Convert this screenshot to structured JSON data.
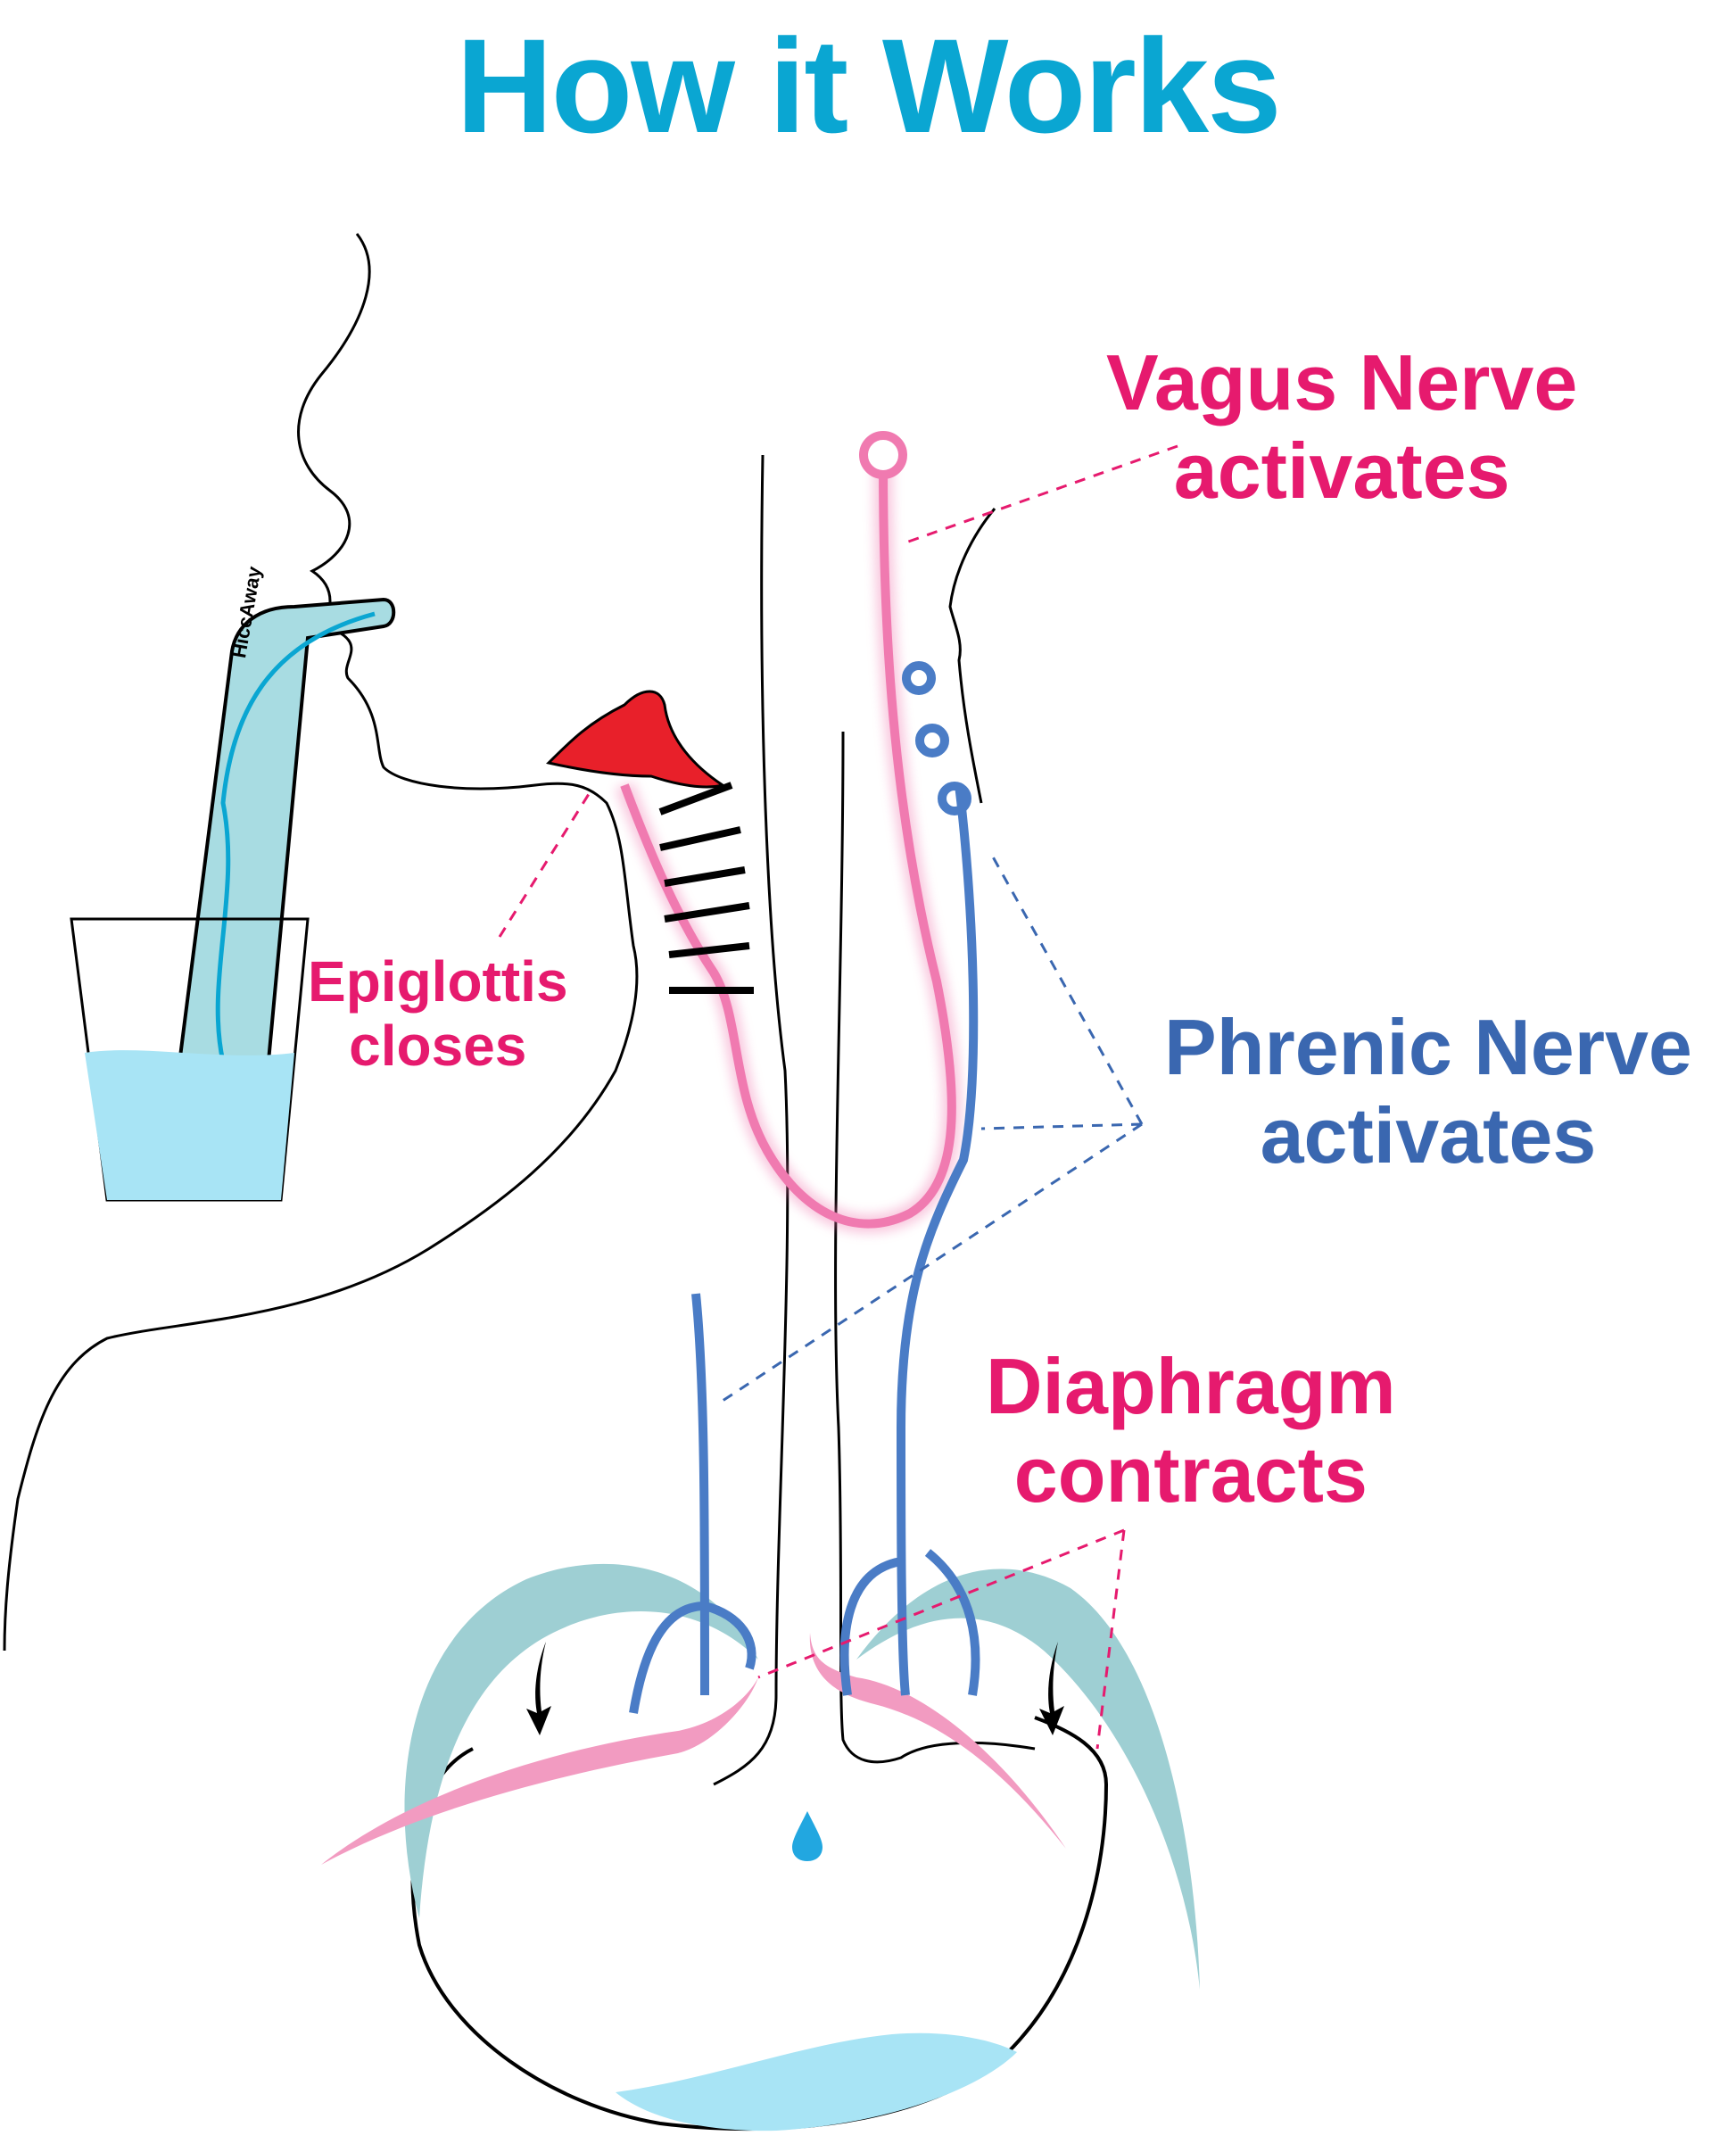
{
  "title": "How it Works",
  "colors": {
    "title": "#0aa6d2",
    "pink_label": "#e61a6e",
    "blue_label": "#3a67b0",
    "vagus_nerve": "#f07ab0",
    "phrenic_nerve": "#4a7cc6",
    "epiglottis": "#e8202a",
    "diaphragm": "#f29bc1",
    "ribs": "#9ecfd3",
    "water": "#a8e4f5"
  },
  "straw": {
    "brand": "HiccAway"
  },
  "labels": {
    "vagus": {
      "line1": "Vagus Nerve",
      "line2": "activates"
    },
    "epiglottis": {
      "line1": "Epiglottis",
      "line2": "closes"
    },
    "phrenic": {
      "line1": "Phrenic Nerve",
      "line2": "activates"
    },
    "diaphragm": {
      "line1": "Diaphragm",
      "line2": "contracts"
    }
  }
}
